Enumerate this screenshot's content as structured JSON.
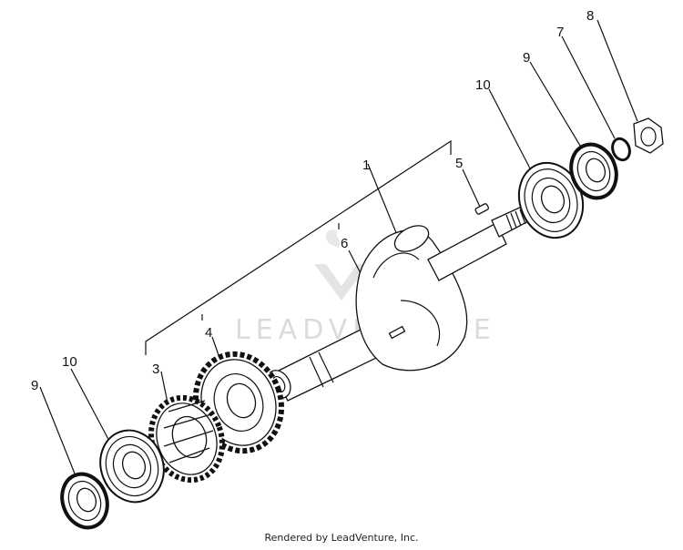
{
  "diagram": {
    "callouts": {
      "c1": "1",
      "c3": "3",
      "c4": "4",
      "c5": "5",
      "c6": "6",
      "c7": "7",
      "c8": "8",
      "c9_left": "9",
      "c9_right": "9",
      "c10_left": "10",
      "c10_right": "10"
    },
    "watermark": "LEADVENTURE"
  },
  "footer": {
    "credit": "Rendered by LeadVenture, Inc."
  }
}
